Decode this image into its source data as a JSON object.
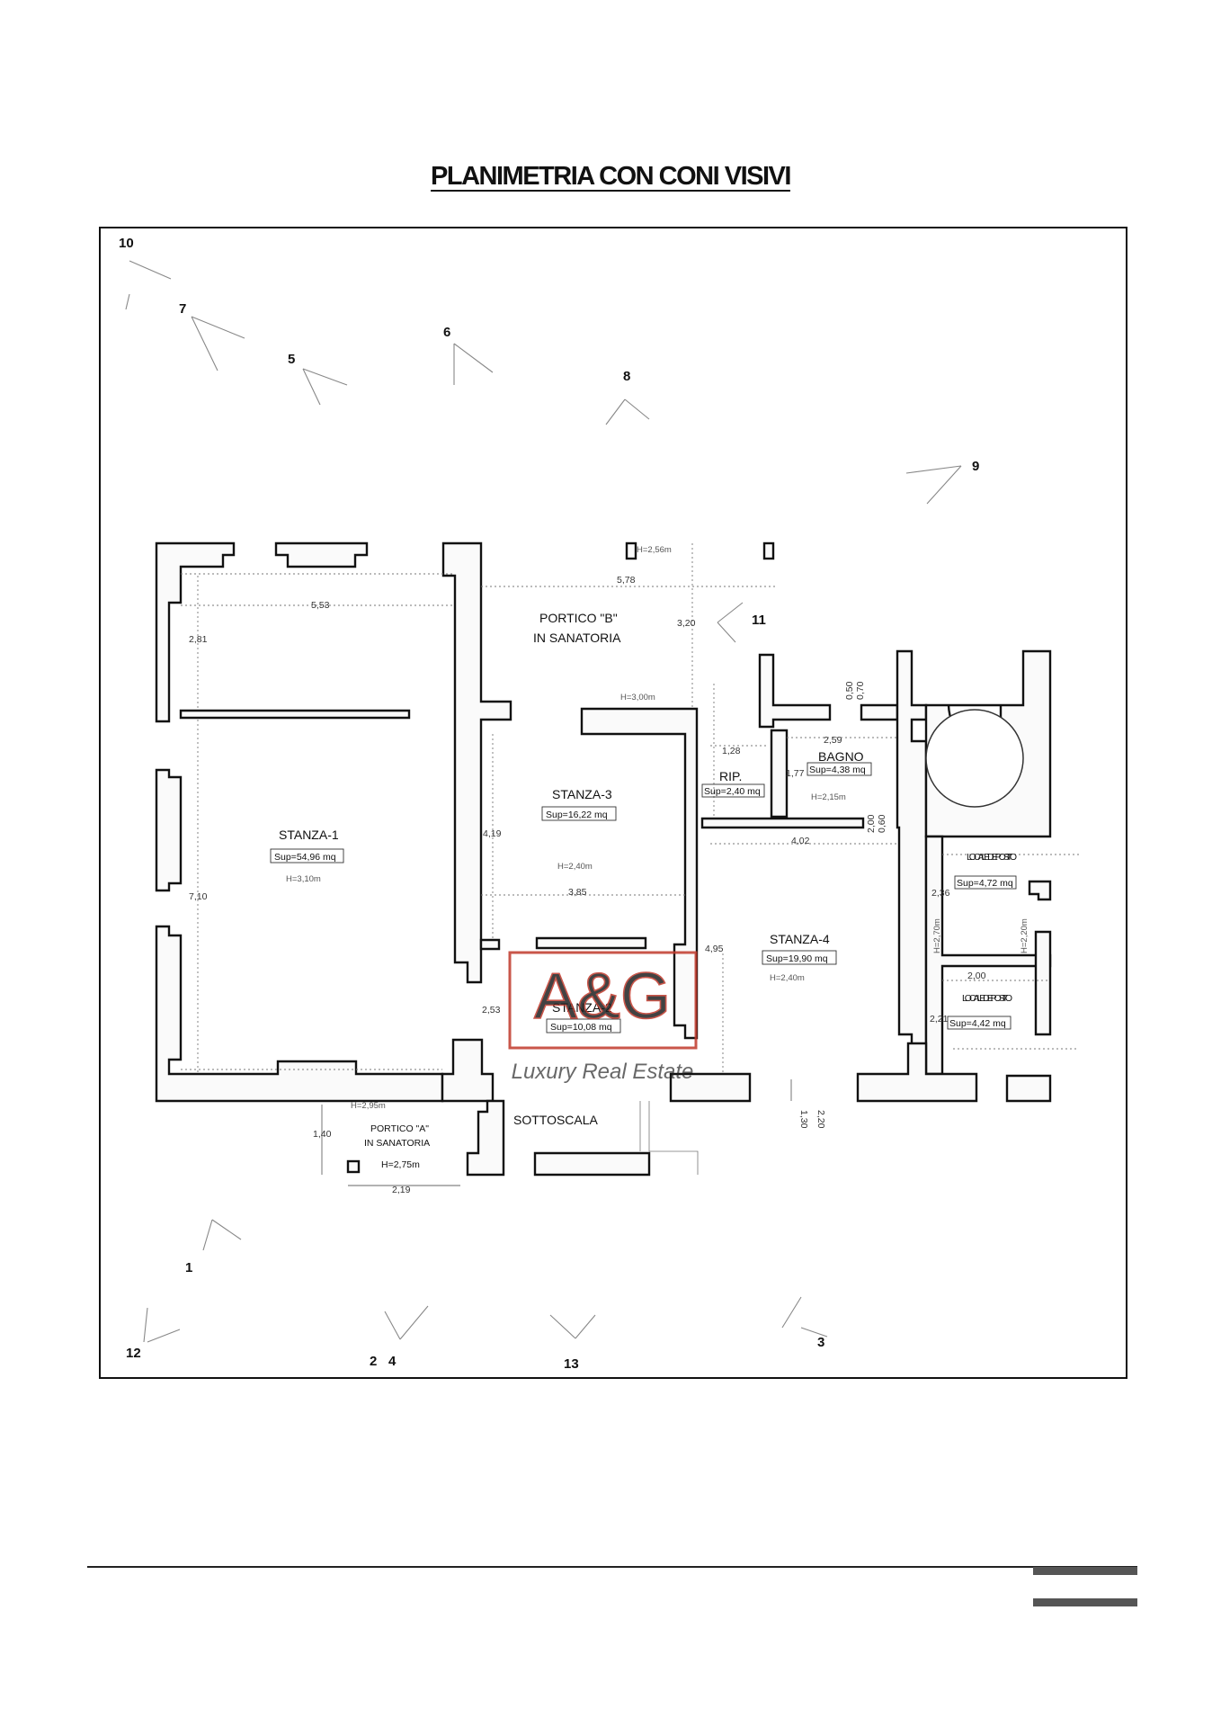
{
  "page": {
    "title": "PLANIMETRIA CON CONI VISIVI"
  },
  "plan": {
    "rooms": [
      {
        "name": "STANZA-1",
        "area": "Sup=54,96 mq",
        "height": "H=3,10m"
      },
      {
        "name": "STANZA-3",
        "area": "Sup=16,22 mq",
        "height": "H=2,40m"
      },
      {
        "name": "STANZA-2",
        "area": "Sup=10,08 mq"
      },
      {
        "name": "STANZA-4",
        "area": "Sup=19,90 mq",
        "height": "H=2,40m"
      },
      {
        "name": "RIP.",
        "area": "Sup=2,40 mq"
      },
      {
        "name": "BAGNO",
        "area": "Sup=4,38 mq",
        "height": "H=2,15m"
      },
      {
        "name": "LOCALE DEPOSITO",
        "area": "Sup=4,72 mq"
      },
      {
        "name": "LOCALE DEPOSITO",
        "area": "Sup=4,42 mq"
      },
      {
        "name": "SOTTOSCALA"
      }
    ],
    "portico_b": {
      "line1": "PORTICO \"B\"",
      "line2": "IN SANATORIA",
      "height": "H=2,56m",
      "height_inner": "H=3,00m"
    },
    "portico_a": {
      "line1": "PORTICO \"A\"",
      "line2": "IN SANATORIA",
      "height": "H=2,75m",
      "height_inner": "H=2,95m"
    },
    "dimensions": [
      "5,53",
      "2,81",
      "7,10",
      "5,78",
      "3,20",
      "4,19",
      "3,85",
      "2,53",
      "1,28",
      "1,77",
      "2,59",
      "0,50",
      "0,70",
      "0,60",
      "2,00",
      "4,02",
      "4,95",
      "2,36",
      "H=2,70m",
      "H=2,20m",
      "2,00",
      "2,21",
      "1,40",
      "2,19",
      "2,20",
      "1,30"
    ],
    "view_points": [
      "10",
      "7",
      "5",
      "6",
      "8",
      "9",
      "11",
      "1",
      "12",
      "2",
      "4",
      "13",
      "3"
    ]
  },
  "watermark": {
    "logo": "A&G",
    "tagline": "Luxury Real Estate"
  },
  "colors": {
    "watermark": "#c0392b",
    "walls": "#111111"
  }
}
